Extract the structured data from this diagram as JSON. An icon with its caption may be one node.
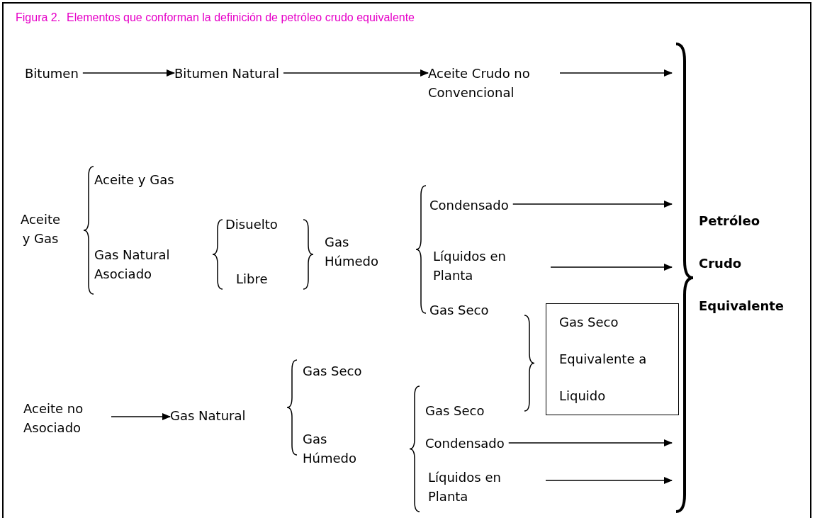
{
  "diagram": {
    "title": "Figura 2.  Elementos que conforman la definición de petróleo crudo equivalente",
    "nodes": [
      {
        "text": [
          "Bitumen"
        ]
      },
      {
        "text": [
          "Bitumen Natural"
        ]
      },
      {
        "text": [
          "Aceite Crudo no Convencional"
        ]
      },
      {
        "text": [
          "Condensado"
        ]
      },
      {
        "text": [
          "Petróleo Crudo Equivalente"
        ]
      },
      {
        "text": [
          "Líquidos en Planta"
        ]
      },
      {
        "text": [
          "Gas Seco Equivalente a Liquido"
        ]
      },
      {
        "text": [
          "Aceite no Asociado"
        ]
      },
      {
        "text": [
          "Gas Natural"
        ]
      },
      {
        "text": [
          "Condensado"
        ]
      },
      {
        "text": [
          "Líquidos en Planta"
        ]
      }
    ],
    "edges": [
      {
        "from": 0,
        "to": 1,
        "arrow": "to"
      },
      {
        "from": 1,
        "to": 2,
        "arrow": "to"
      },
      {
        "from": 2,
        "to": 4,
        "arrow": "to"
      },
      {
        "from": 3,
        "to": 4,
        "arrow": "to"
      },
      {
        "from": 5,
        "to": 4,
        "arrow": "to"
      },
      {
        "from": 7,
        "to": 8,
        "arrow": "to"
      },
      {
        "from": 9,
        "to": 4,
        "arrow": "to"
      },
      {
        "from": 10,
        "to": 4,
        "arrow": "to"
      }
    ],
    "labels": [
      "Aceite y Gas",
      "Aceite y Gas",
      "Disuelto",
      "Gas Natural Asociado",
      "Gas Húmedo",
      "Libre",
      "Gas Seco",
      "Gas Seco",
      "Gas Seco",
      "Gas Húmedo"
    ]
  }
}
